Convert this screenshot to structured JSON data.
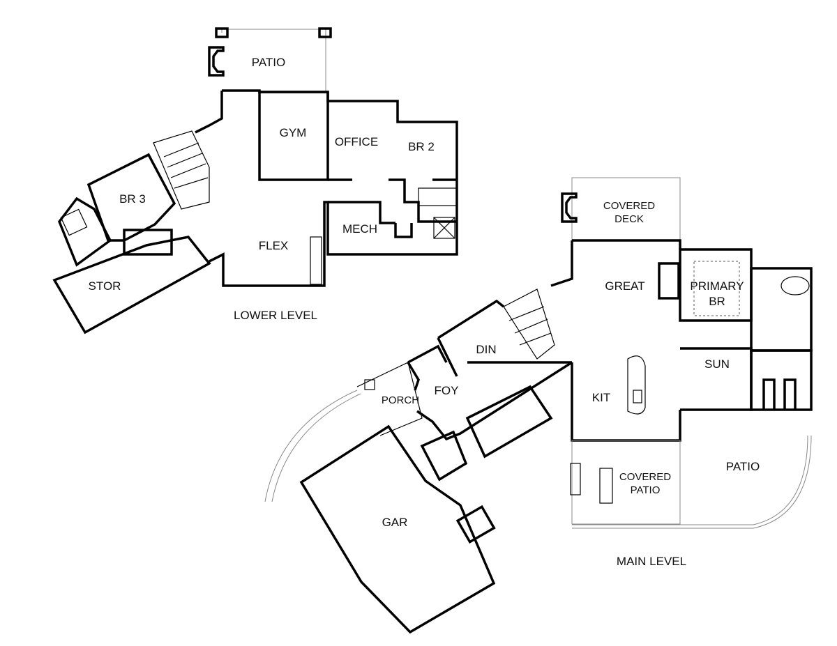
{
  "levels": {
    "lower": {
      "title": "LOWER LEVEL",
      "rooms": {
        "patio": "PATIO",
        "gym": "GYM",
        "office": "OFFICE",
        "br2": "BR 2",
        "br3": "BR 3",
        "mech": "MECH",
        "flex": "FLEX",
        "stor": "STOR"
      }
    },
    "main": {
      "title": "MAIN LEVEL",
      "rooms": {
        "covered_deck_1": "COVERED",
        "covered_deck_2": "DECK",
        "great": "GREAT",
        "primary_br_1": "PRIMARY",
        "primary_br_2": "BR",
        "din": "DIN",
        "foy": "FOY",
        "porch": "PORCH",
        "kit": "KIT",
        "sun": "SUN",
        "covered_patio_1": "COVERED",
        "covered_patio_2": "PATIO",
        "patio": "PATIO",
        "gar": "GAR"
      }
    }
  }
}
